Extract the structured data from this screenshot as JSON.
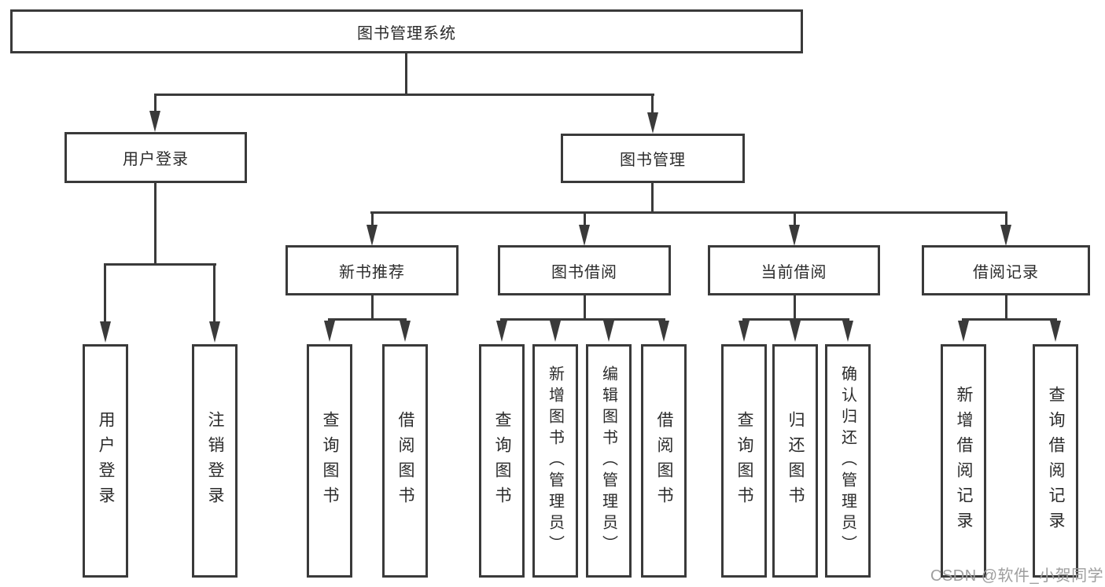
{
  "diagram": {
    "root": {
      "label": "图书管理系统"
    },
    "branches": [
      {
        "label": "用户登录",
        "children": [
          {
            "label": "用户登录"
          },
          {
            "label": "注销登录"
          }
        ]
      },
      {
        "label": "图书管理",
        "children": [
          {
            "label": "新书推荐",
            "children": [
              {
                "label": "查询图书"
              },
              {
                "label": "借阅图书"
              }
            ]
          },
          {
            "label": "图书借阅",
            "children": [
              {
                "label": "查询图书"
              },
              {
                "label": "新增图书（管理员）"
              },
              {
                "label": "编辑图书（管理员）"
              },
              {
                "label": "借阅图书"
              }
            ]
          },
          {
            "label": "当前借阅",
            "children": [
              {
                "label": "查询图书"
              },
              {
                "label": "归还图书"
              },
              {
                "label": "确认归还（管理员）"
              }
            ]
          },
          {
            "label": "借阅记录",
            "children": [
              {
                "label": "新增借阅记录"
              },
              {
                "label": "查询借阅记录"
              }
            ]
          }
        ]
      }
    ]
  },
  "watermark": {
    "text": "CSDN @软件_小贺同学"
  },
  "colors": {
    "line": "#3a3a3a",
    "text": "#2b2b2b",
    "background": "#ffffff",
    "watermark": "#9e9e9e"
  }
}
